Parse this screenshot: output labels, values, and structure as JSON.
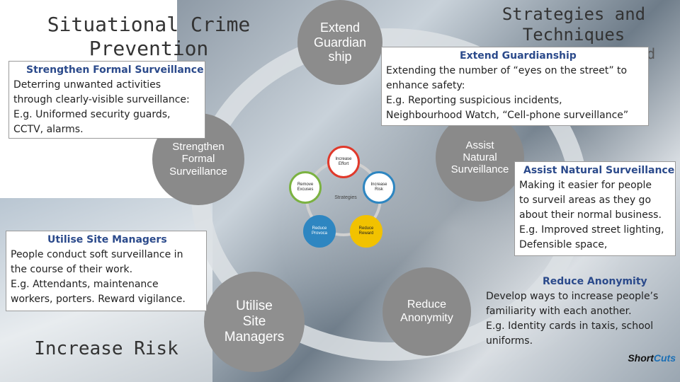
{
  "slide": {
    "title_left": "Situational Crime\nPrevention",
    "title_right": "Strategies and\nTechniques",
    "title_right_overlap": "d Glasd",
    "bottom_left_label": "Increase Risk"
  },
  "circles": {
    "extend_guardianship": "Extend\nGuardian\nship",
    "strengthen_surveillance": "Strengthen\nFormal\nSurveillance",
    "assist_surveillance": "Assist\nNatural\nSurveillance",
    "utilise_managers": "Utilise\nSite\nManagers",
    "reduce_anonymity": "Reduce\nAnonymity"
  },
  "boxes": {
    "strengthen": {
      "heading": "Strengthen Formal Surveillance",
      "lines": [
        "Deterring unwanted activities",
        "through clearly-visible surveillance:",
        "E.g. Uniformed security  guards,",
        "CCTV, alarms."
      ]
    },
    "guardianship": {
      "heading": "Extend Guardianship",
      "lines": [
        "Extending the number of “eyes on the street” to",
        "enhance safety:",
        "E.g. Reporting suspicious incidents,",
        "Neighbourhood Watch, “Cell-phone surveillance”"
      ]
    },
    "natural": {
      "heading": "Assist Natural Surveillance",
      "lines": [
        "Making it easier for people",
        "to surveil areas as they go",
        "about their normal business.",
        "E.g. Improved street lighting,",
        "Defensible space,"
      ]
    },
    "managers": {
      "heading": "Utilise Site Managers",
      "lines": [
        "People conduct soft surveillance in",
        "the course of their work.",
        "E.g. Attendants, maintenance",
        "workers, porters. Reward vigilance."
      ]
    },
    "anonymity": {
      "heading": "Reduce Anonymity",
      "lines": [
        "Develop ways to increase people’s",
        "familiarity with each another.",
        "E.g. Identity cards in taxis, school",
        "uniforms."
      ]
    }
  },
  "diagram": {
    "center": "Strategies",
    "nodes": [
      "Increase\nEffort",
      "Increase\nRisk",
      "Reduce\nReward",
      "Reduce\nProvoca",
      "Remove\nExcuses"
    ]
  },
  "logo": {
    "text_a": "Short",
    "text_b": "Cuts"
  },
  "colors": {
    "heading": "#2b4a8b",
    "circle": "#8a8a8a",
    "node_yellow": "#f2c200",
    "node_blue": "#2e86c1",
    "node_green": "#7bb241"
  }
}
